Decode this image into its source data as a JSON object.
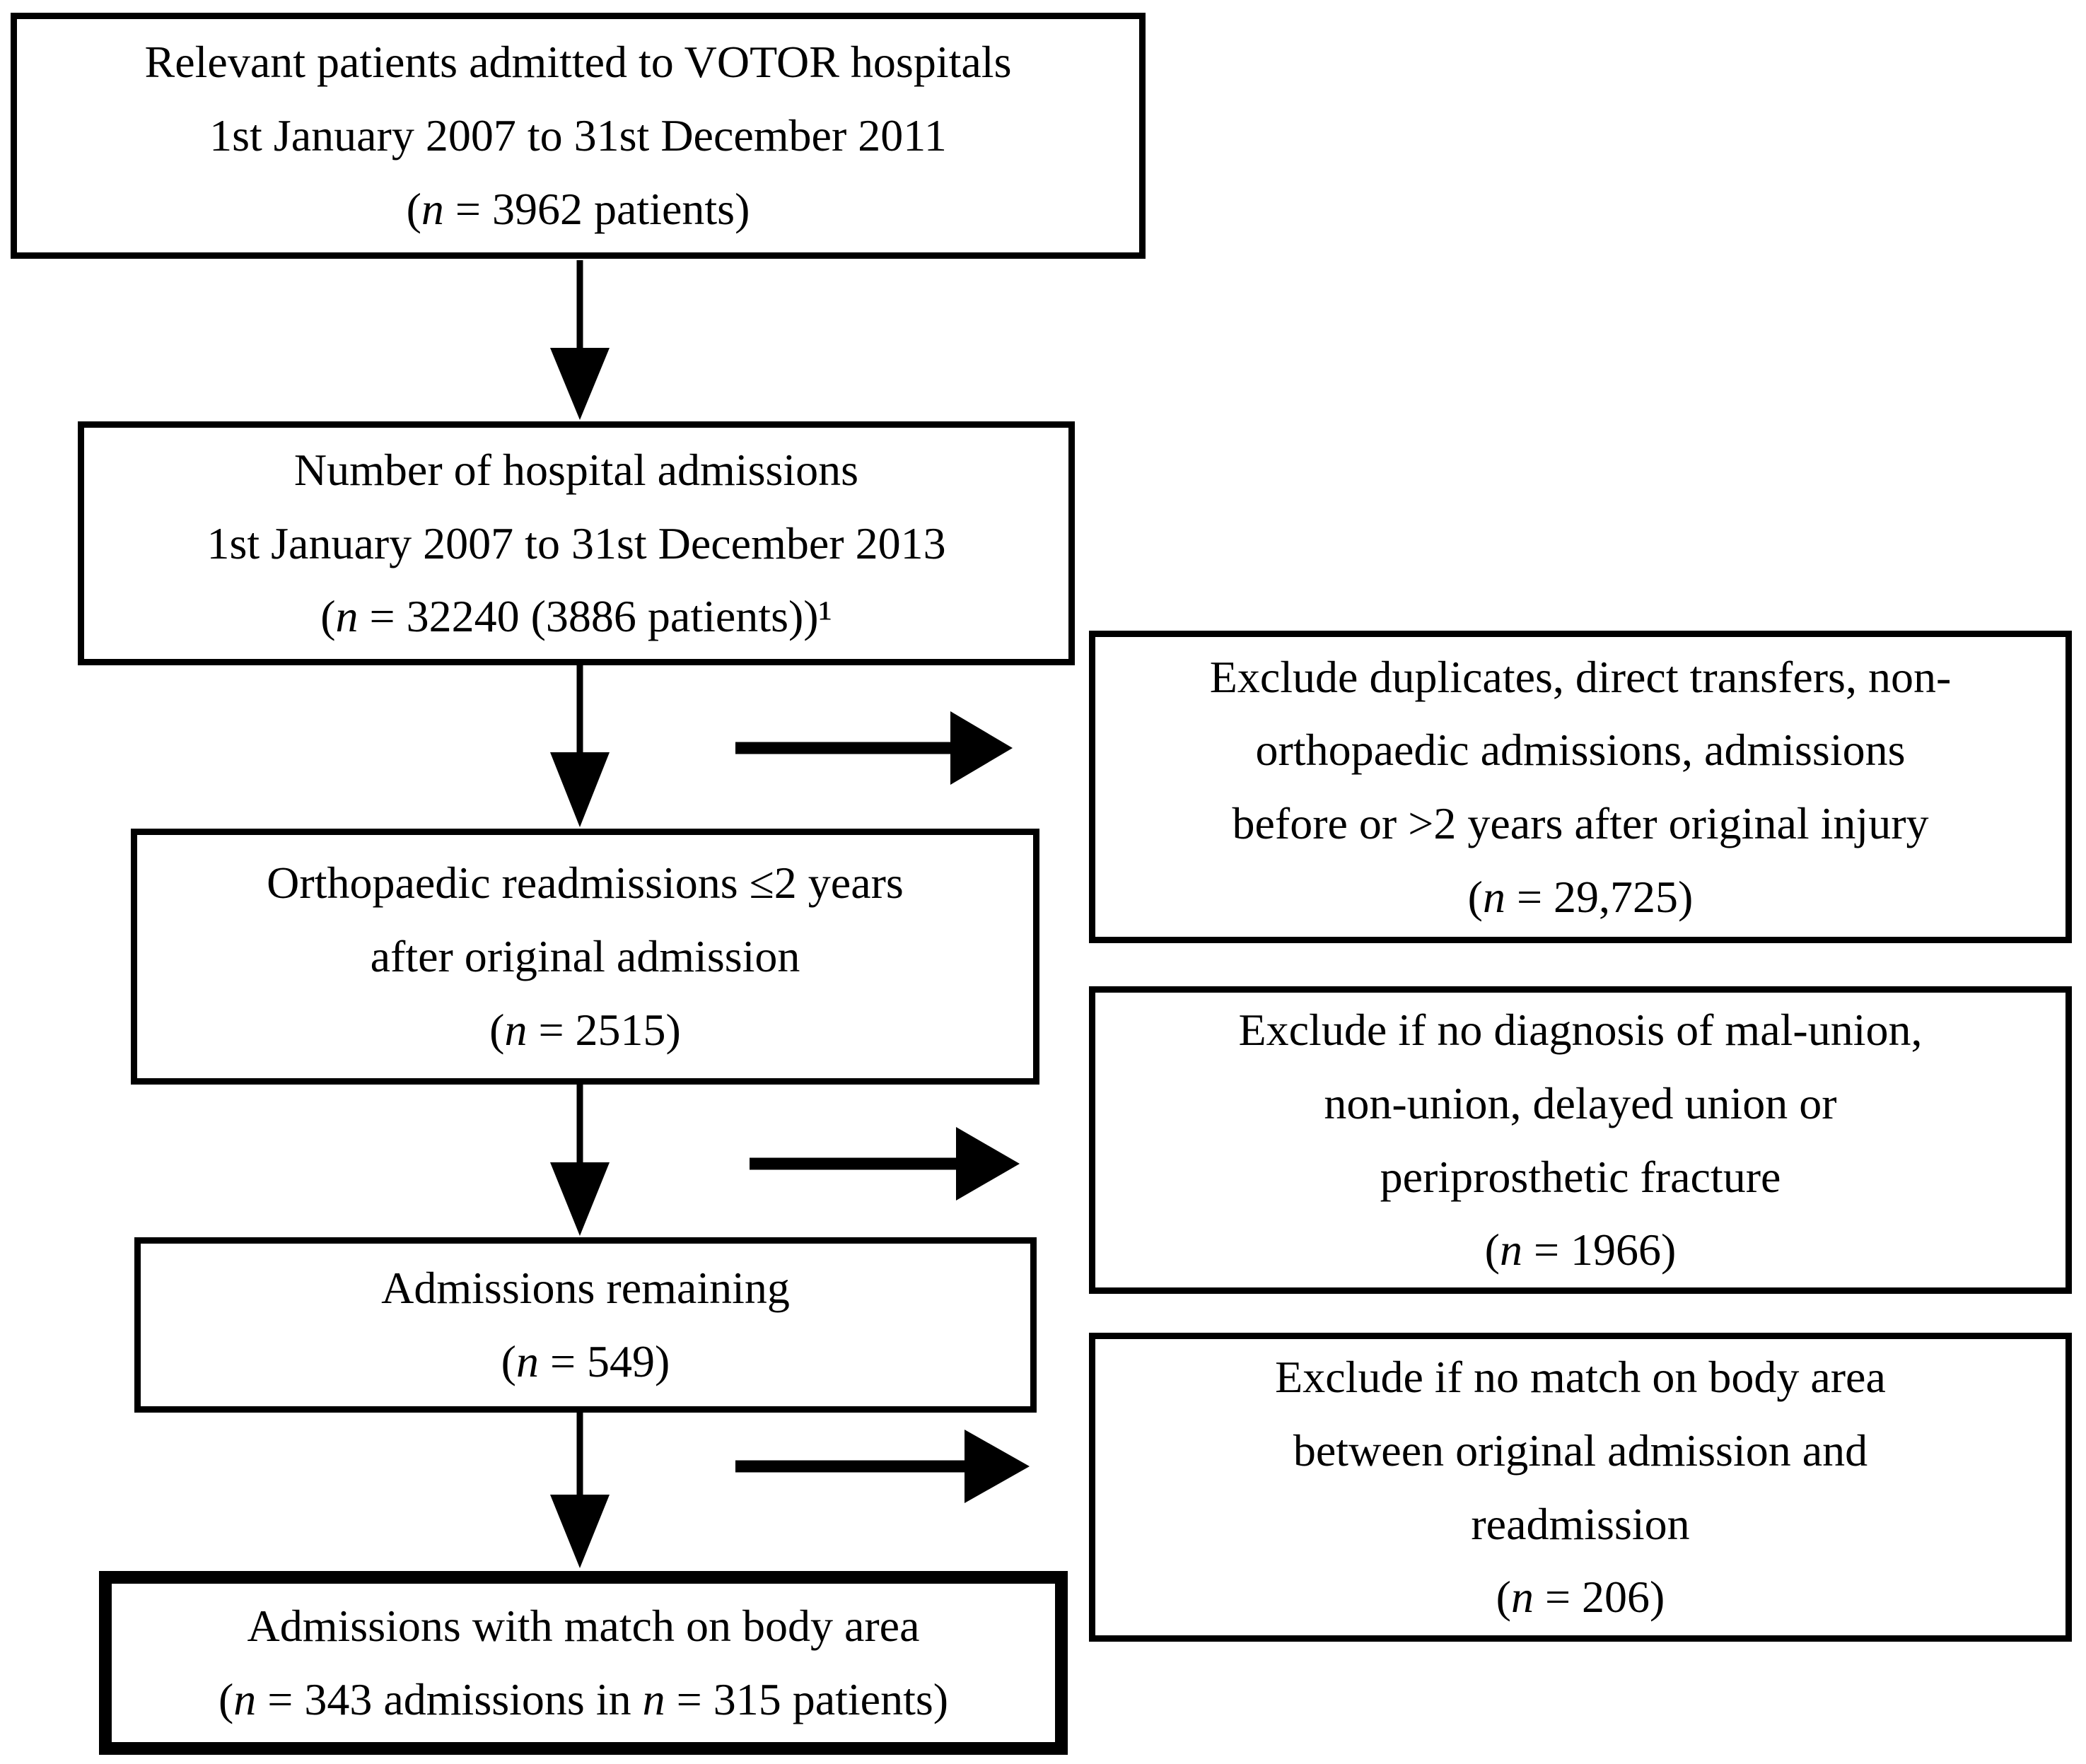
{
  "colors": {
    "border": "#000000",
    "text": "#000000",
    "background": "#ffffff",
    "arrow": "#000000"
  },
  "flow": [
    {
      "name": "relevant-patients",
      "lines": [
        "Relevant patients admitted to VOTOR hospitals",
        "1st January 2007 to 31st December 2011",
        "(n = 3962 patients)"
      ]
    },
    {
      "name": "hospital-admissions",
      "lines": [
        "Number of hospital admissions",
        "1st January 2007 to 31st December 2013",
        "(n = 32240 (3886 patients))¹"
      ]
    },
    {
      "name": "orthopaedic-readmissions",
      "lines": [
        "Orthopaedic readmissions ≤2 years",
        "after original admission",
        "(n = 2515)"
      ]
    },
    {
      "name": "admissions-remaining",
      "lines": [
        "Admissions remaining",
        "(n = 549)"
      ]
    },
    {
      "name": "admissions-with-match",
      "lines": [
        "Admissions with match on body area",
        "(n = 343 admissions in n = 315 patients)"
      ]
    }
  ],
  "exclusions": [
    {
      "name": "exclude-duplicates-transfers",
      "lines": [
        "Exclude duplicates, direct transfers, non-",
        "orthopaedic admissions, admissions",
        "before or >2 years after original injury",
        "(n = 29,725)"
      ]
    },
    {
      "name": "exclude-no-diagnosis",
      "lines": [
        "Exclude if no diagnosis of mal-union,",
        "non-union, delayed union or",
        "periprosthetic fracture",
        "(n = 1966)"
      ]
    },
    {
      "name": "exclude-no-body-area-match",
      "lines": [
        "Exclude if no match on body area",
        "between original admission and",
        "readmission",
        "(n = 206)"
      ]
    }
  ]
}
